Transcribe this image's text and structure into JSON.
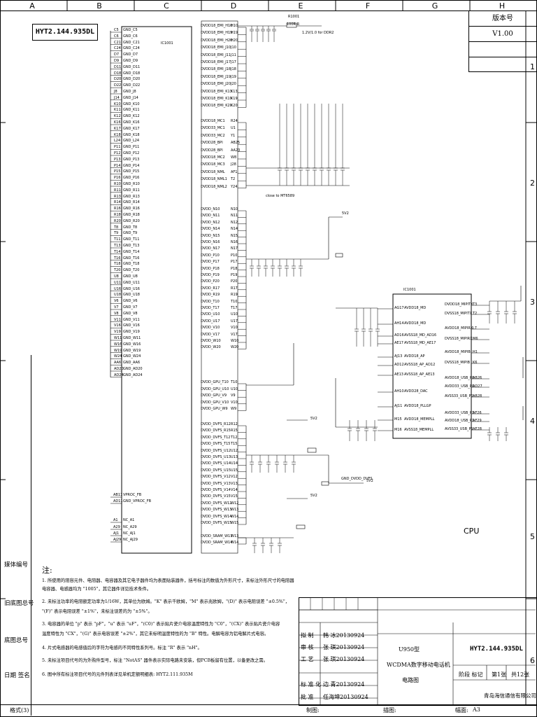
{
  "frame": {
    "columns": [
      "A",
      "B",
      "C",
      "D",
      "E",
      "F",
      "G",
      "H"
    ],
    "rows": [
      "1",
      "2",
      "3",
      "4",
      "5",
      "6"
    ]
  },
  "drawing_number_top": "HYT2.144.935DL",
  "version_box": {
    "label": "版本号",
    "value": "V1.00"
  },
  "ic_left": {
    "ref": "IC1001",
    "pins": [
      [
        "C5",
        "GND_C5"
      ],
      [
        "C6",
        "GND_C6"
      ],
      [
        "C21",
        "GND_C21"
      ],
      [
        "C24",
        "GND_C24"
      ],
      [
        "D7",
        "GND_D7"
      ],
      [
        "D9",
        "GND_D9"
      ],
      [
        "D11",
        "GND_D11"
      ],
      [
        "D18",
        "GND_D18"
      ],
      [
        "D20",
        "GND_D20"
      ],
      [
        "D22",
        "GND_D22"
      ],
      [
        "J8",
        "GND_J8"
      ],
      [
        "J14",
        "GND_J14"
      ],
      [
        "K10",
        "GND_K10"
      ],
      [
        "K11",
        "GND_K11"
      ],
      [
        "K12",
        "GND_K12"
      ],
      [
        "K16",
        "GND_K16"
      ],
      [
        "K17",
        "GND_K17"
      ],
      [
        "K18",
        "GND_K18"
      ],
      [
        "L24",
        "GND_L24"
      ],
      [
        "P11",
        "GND_P11"
      ],
      [
        "P12",
        "GND_P12"
      ],
      [
        "P13",
        "GND_P13"
      ],
      [
        "P14",
        "GND_P14"
      ],
      [
        "P15",
        "GND_P15"
      ],
      [
        "P16",
        "GND_P16"
      ],
      [
        "R10",
        "GND_R10"
      ],
      [
        "R11",
        "GND_R11"
      ],
      [
        "R13",
        "GND_R13"
      ],
      [
        "R14",
        "GND_R14"
      ],
      [
        "R16",
        "GND_R16"
      ],
      [
        "R18",
        "GND_R18"
      ],
      [
        "R20",
        "GND_R20"
      ],
      [
        "T8",
        "GND_T8"
      ],
      [
        "T9",
        "GND_T9"
      ],
      [
        "T11",
        "GND_T11"
      ],
      [
        "T13",
        "GND_T13"
      ],
      [
        "T14",
        "GND_T14"
      ],
      [
        "T16",
        "GND_T16"
      ],
      [
        "T18",
        "GND_T18"
      ],
      [
        "T20",
        "GND_T20"
      ],
      [
        "U8",
        "GND_U8"
      ],
      [
        "U11",
        "GND_U11"
      ],
      [
        "U16",
        "GND_U16"
      ],
      [
        "U18",
        "GND_U18"
      ],
      [
        "V6",
        "GND_V6"
      ],
      [
        "V7",
        "GND_V7"
      ],
      [
        "V8",
        "GND_V8"
      ],
      [
        "V11",
        "GND_V11"
      ],
      [
        "V16",
        "GND_V16"
      ],
      [
        "V19",
        "GND_V19"
      ],
      [
        "W11",
        "GND_W11"
      ],
      [
        "W16",
        "GND_W16"
      ],
      [
        "W19",
        "GND_W19"
      ],
      [
        "W24",
        "GND_W24"
      ],
      [
        "AA6",
        "GND_AA6"
      ],
      [
        "AD20",
        "GND_AD20"
      ],
      [
        "AD24",
        "GND_AD24"
      ]
    ],
    "bottom_pins": [
      [
        "AB11",
        "VPROC_FB"
      ],
      [
        "AD11",
        "GND_VPROC_FB"
      ],
      [
        "A1",
        "NC_A1"
      ],
      [
        "A29",
        "NC_A29"
      ],
      [
        "AJ1",
        "NC_AJ1"
      ],
      [
        "AJ29",
        "NC_AJ29"
      ]
    ]
  },
  "ic_right_pins": {
    "emi": [
      [
        "H10",
        "DVDD18_EMI_H10"
      ],
      [
        "H19",
        "DVDD18_EMI_H19"
      ],
      [
        "H20",
        "DVDD18_EMI_H20"
      ],
      [
        "J10",
        "DVDD18_EMI_J10"
      ],
      [
        "J11",
        "DVDD18_EMI_J11"
      ],
      [
        "J17",
        "DVDD18_EMI_J17"
      ],
      [
        "J18",
        "DVDD18_EMI_J18"
      ],
      [
        "J19",
        "DVDD18_EMI_J19"
      ],
      [
        "J20",
        "DVDD18_EMI_J20"
      ],
      [
        "K13",
        "DVDD18_EMI_K13"
      ],
      [
        "K19",
        "DVDD18_EMI_K19"
      ],
      [
        "K20",
        "DVDD18_EMI_K20"
      ]
    ],
    "mid": [
      [
        "R24",
        "DVDD18_MC1"
      ],
      [
        "U1",
        "DVDD33_MC1"
      ],
      [
        "Y1",
        "DVDD33_MC2"
      ],
      [
        "AB25",
        "DVDD28_BPI"
      ],
      [
        "AA23",
        "DVDD28_BPI"
      ],
      [
        "W8",
        "DVDD18_MC2"
      ],
      [
        "J28",
        "DVDD18_MC3"
      ],
      [
        "AF1",
        "DVDD18_NML"
      ],
      [
        "T2",
        "DVDD18_NML1"
      ],
      [
        "Y24",
        "DVDD18_NML2"
      ]
    ],
    "core": [
      [
        "N10",
        "DVDD_N10"
      ],
      [
        "N11",
        "DVDD_N11"
      ],
      [
        "N12",
        "DVDD_N12"
      ],
      [
        "N14",
        "DVDD_N14"
      ],
      [
        "N15",
        "DVDD_N15"
      ],
      [
        "N16",
        "DVDD_N16"
      ],
      [
        "N17",
        "DVDD_N17"
      ],
      [
        "P10",
        "DVDD_P10"
      ],
      [
        "P17",
        "DVDD_P17"
      ],
      [
        "P18",
        "DVDD_P18"
      ],
      [
        "P19",
        "DVDD_P19"
      ],
      [
        "P20",
        "DVDD_P20"
      ],
      [
        "R17",
        "DVDD_R17"
      ],
      [
        "R19",
        "DVDD_R19"
      ],
      [
        "T10",
        "DVDD_T10"
      ],
      [
        "T17",
        "DVDD_T17"
      ],
      [
        "U10",
        "DVDD_U10"
      ],
      [
        "U17",
        "DVDD_U17"
      ],
      [
        "V10",
        "DVDD_V10"
      ],
      [
        "V17",
        "DVDD_V17"
      ],
      [
        "W10",
        "DVDD_W10"
      ],
      [
        "W20",
        "DVDD_W20"
      ]
    ],
    "gpu": [
      [
        "T10",
        "DVDD_GPU_T10"
      ],
      [
        "U10",
        "DVDD_GPU_U10"
      ],
      [
        "V9",
        "DVDD_GPU_V9"
      ],
      [
        "V10",
        "DVDD_GPU_V10"
      ],
      [
        "W9",
        "DVDD_GPU_W9"
      ]
    ],
    "dvfs": [
      [
        "R12",
        "DVDD_DVFS_R12"
      ],
      [
        "R15",
        "DVDD_DVFS_R15"
      ],
      [
        "T12",
        "DVDD_DVFS_T12"
      ],
      [
        "T15",
        "DVDD_DVFS_T15"
      ],
      [
        "U12",
        "DVDD_DVFS_U12"
      ],
      [
        "U13",
        "DVDD_DVFS_U13"
      ],
      [
        "U14",
        "DVDD_DVFS_U14"
      ],
      [
        "U15",
        "DVDD_DVFS_U15"
      ],
      [
        "V12",
        "DVDD_DVFS_V12"
      ],
      [
        "V13",
        "DVDD_DVFS_V13"
      ],
      [
        "V14",
        "DVDD_DVFS_V14"
      ],
      [
        "V15",
        "DVDD_DVFS_V15"
      ],
      [
        "W12",
        "DVDD_DVFS_W12"
      ],
      [
        "W13",
        "DVDD_DVFS_W13"
      ],
      [
        "W14",
        "DVDD_DVFS_W14"
      ],
      [
        "W15",
        "DVDD_DVFS_W15"
      ]
    ],
    "sram": [
      [
        "W13",
        "DVDD_SRAM_W13"
      ],
      [
        "W14",
        "DVDD_SRAM_W14"
      ]
    ]
  },
  "annotations": {
    "r1": "R1001",
    "r1_val": "100R-R",
    "vdd_emi": "1.2V/1.0 for DDR2",
    "close_to": "close to MT6589",
    "vdd_gpu_label": "5V2",
    "dvfs_net": "GND_DVDD_DVFS",
    "dvfs_5v2": "5V2",
    "sram_5v2": "5V2",
    "cpu": "CPU"
  },
  "ic_cpu": {
    "ref": "IC1001",
    "left_pins": [
      [
        "AG17",
        "AVDD18_MD"
      ],
      [
        "AH14",
        "AVDD18_MD"
      ],
      [
        "AD16",
        "AVSS18_MD_AD16"
      ],
      [
        "AE17",
        "AVSS18_MD_AE17"
      ],
      [
        "AJ13",
        "AVDD18_AP"
      ],
      [
        "AD12",
        "AVSS18_AP_AD12"
      ],
      [
        "AE13",
        "AVSS18_AP_AE13"
      ],
      [
        "AH10",
        "AVDD28_DAC"
      ],
      [
        "AJ11",
        "AVDD18_PLLGP"
      ],
      [
        "M15",
        "AVDD18_MEMPLL"
      ],
      [
        "M16",
        "AVSS18_MEMPLL"
      ]
    ],
    "right_pins": [
      [
        "T3",
        "DVDD18_MIPITX"
      ],
      [
        "T2",
        "DVSS18_MIPITX"
      ],
      [
        "L7",
        "AVDD18_MIPIRX"
      ],
      [
        "M6",
        "DVSS18_MIPIRX"
      ],
      [
        "H1",
        "AVDD18_MIPIB"
      ],
      [
        "K6",
        "DVSS18_MIPIB"
      ],
      [
        "AB26",
        "AVDD18_USB_P0"
      ],
      [
        "AD27",
        "AVDD33_USB_P0"
      ],
      [
        "AB28",
        "AVSS33_USB_P0"
      ],
      [
        "AF26",
        "AVDD33_USB_P1"
      ],
      [
        "AF29",
        "AVDD18_USB_P1"
      ],
      [
        "AE28",
        "AVSS33_USB_P1"
      ]
    ]
  },
  "notes": {
    "title": "注:",
    "lines": [
      "1. 所使用的阻容元件、电阻器、电容器及其它电子器件均为表面贴装器件，括号标注的数值为外形尺寸，未标注外形尺寸的电阻器",
      "   电容器、电感器均为 \"1005\"，其它器件详见技术条件。",
      "2. 未标注功率的电阻额定功率为1/16W，其单位为欧姆。\"K\" 表示千欧姆，\"M\" 表示兆欧姆，\"(D)\" 表示电阻误差 \"±0.5%\"，",
      "   \"(F)\" 表示电阻误差 \"±1%\"，未标注误差的为 \"±5%\"。",
      "3. 电容器的单位 \"p\" 表示 \"pF\"，\"u\" 表示 \"uF\"，\"(C0)\" 表示贴片瓷介电容温度特性为 \"C0\"，\"(CX)\" 表示贴片瓷介电容",
      "   温度特性为 \"CX\"，\"(G)\" 表示电容误差 \"±2%\"，其它未标明温度特性的为 \"B\" 特性。电解电容为铝电解片式电容。",
      "4. 片式电感器的电感值后的字符为电感的不同特性系列号。标注 \"R\" 表示 \"nH\"。",
      "5. 未标注项目代号的为外购件型号，标注 \"NotAS\" 器件表示实际电路未安装，但PCB板留有位置，以备更改之需。",
      "6. 图中所有标注项目代号的元件列表详见单机定额明细表: HYT2.111.935M"
    ]
  },
  "side_labels": [
    "媒体编号",
    "旧底图总号",
    "底图总号",
    "日期  签名"
  ],
  "title_block": {
    "roles": [
      "拟    制",
      "审    核",
      "工    艺",
      "标 准 化",
      "批    准"
    ],
    "names": [
      "韩    冰20130924",
      "张    琪20130924",
      "张    琪20130924",
      "边    青20130924",
      "任海坤20130924"
    ],
    "product_line1": "U950型",
    "product_line2": "WCDMA数字移动电话机",
    "product_line3": "电路图",
    "drawing_number": "HYT2.144.935DL",
    "stage": "阶段  标记",
    "sheet": "第1张",
    "sheets_total": "共12张",
    "company": "青岛海信通信有限公司",
    "bottom_format": "格式(3)",
    "bottom_drawn": "制图:",
    "bottom_traced": "描图:",
    "bottom_size_label": "幅面:",
    "bottom_size": "A3"
  },
  "colors": {
    "line": "#000000",
    "background": "#ffffff"
  }
}
